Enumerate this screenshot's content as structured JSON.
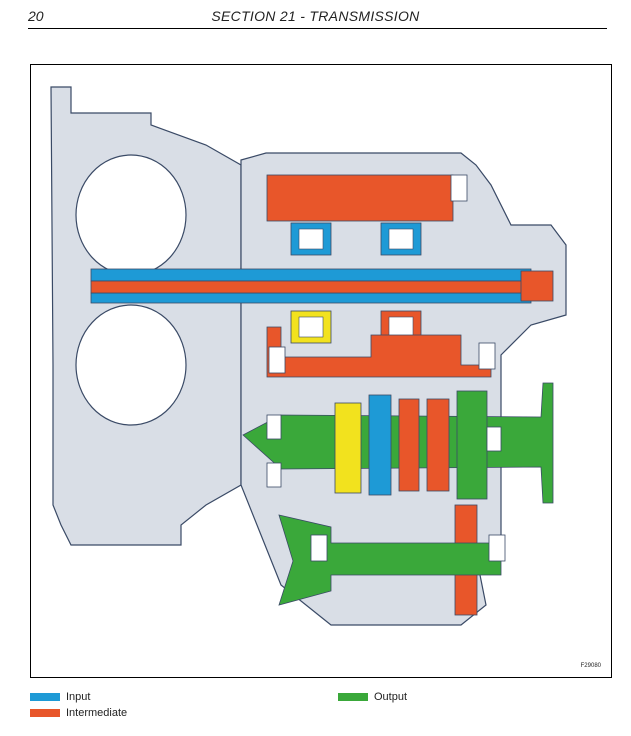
{
  "page": {
    "number": "20",
    "section_title": "SECTION 21 - TRANSMISSION"
  },
  "figure": {
    "code": "F29080"
  },
  "legend": [
    {
      "label": "Input",
      "color": "#1e9ad6"
    },
    {
      "label": "Intermediate",
      "color": "#e8562a"
    },
    {
      "label": "Output",
      "color": "#3aa83a"
    }
  ],
  "colors": {
    "input": "#1e9ad6",
    "intermediate": "#e8562a",
    "output": "#3aa83a",
    "accent_yellow": "#f2e21e",
    "housing": "#d9dee6",
    "outline": "#3a4a66"
  }
}
